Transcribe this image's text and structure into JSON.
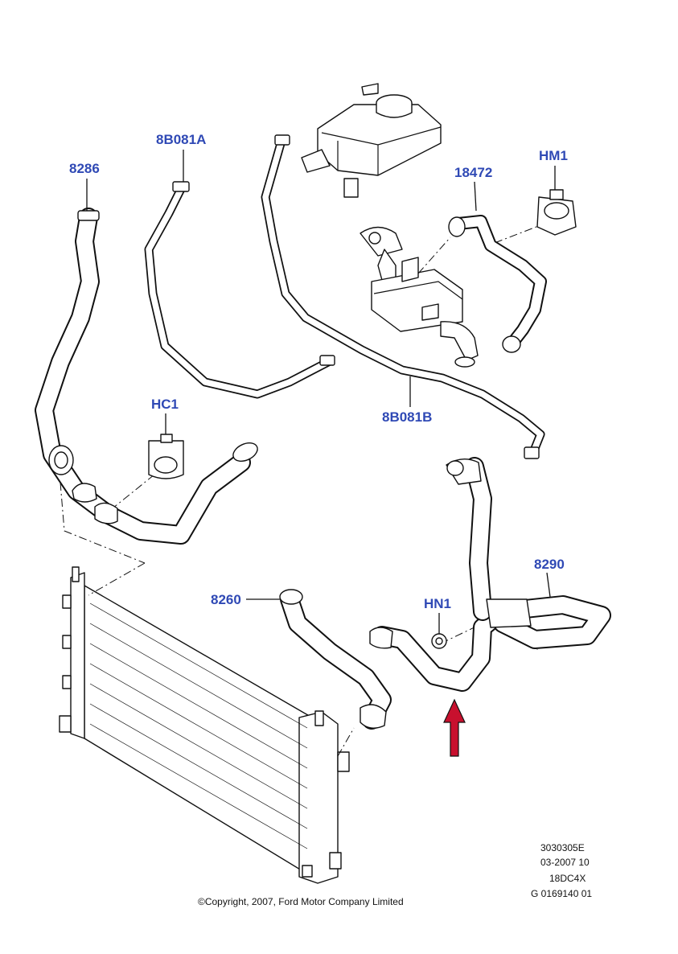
{
  "labels": {
    "l_8286": "8286",
    "l_8b081a": "8B081A",
    "l_18472": "18472",
    "l_hm1": "HM1",
    "l_hc1": "HC1",
    "l_8b081b": "8B081B",
    "l_8290": "8290",
    "l_8260": "8260",
    "l_hn1": "HN1"
  },
  "reference": {
    "line1": "3030305E",
    "line2": "03-2007 10",
    "line3": "18DC4X",
    "line4": "G 0169140 01"
  },
  "copyright": "©Copyright, 2007, Ford Motor Company Limited",
  "colors": {
    "label": "#2f49b5",
    "arrow": "#c8102e",
    "line": "#111111"
  }
}
